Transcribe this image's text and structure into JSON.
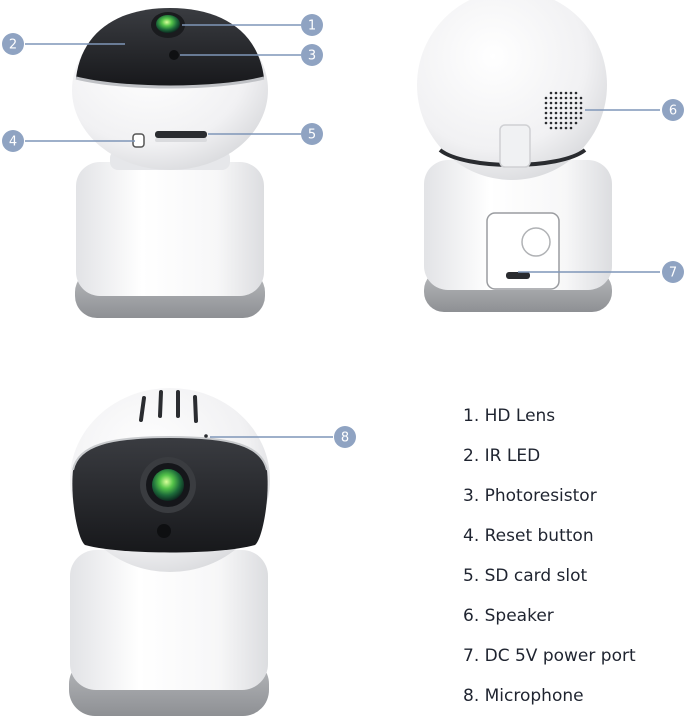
{
  "callouts": [
    "1",
    "2",
    "3",
    "4",
    "5",
    "6",
    "7",
    "8"
  ],
  "legend": [
    "1. HD Lens",
    "2. IR LED",
    "3. Photoresistor",
    "4. Reset button",
    "5. SD card slot",
    "6. Speaker",
    "7. DC 5V power port",
    "8. Microphone"
  ],
  "colors": {
    "callout_fill": "#8fa3c2",
    "leader_line": "#7f96b8",
    "body_white": "#f7f7f8",
    "base_grey": "#a9abae",
    "visor_dark": "#2a2c30",
    "lens_green": "#3fae4a"
  }
}
